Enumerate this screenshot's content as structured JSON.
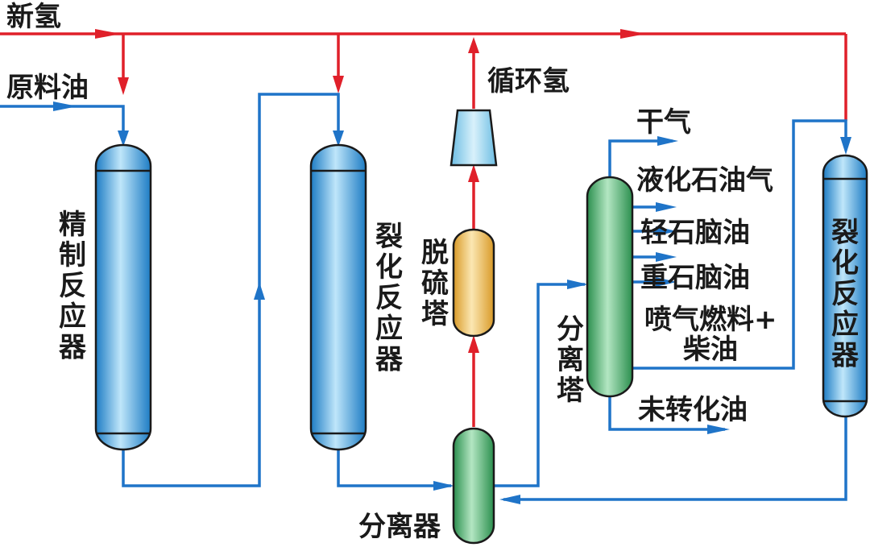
{
  "labels": {
    "fresh_hydrogen": "新氢",
    "feed_oil": "原料油",
    "recycle_hydrogen": "循环氢",
    "refining_reactor": "精制反应器",
    "cracking_reactor_1": "裂化反应器",
    "desulfurization_tower": "脱硫塔",
    "separator": "分离器",
    "fractionator": "分离塔",
    "cracking_reactor_2": "裂化反应器",
    "dry_gas": "干气",
    "lpg": "液化石油气",
    "light_naphtha": "轻石脑油",
    "heavy_naphtha": "重石脑油",
    "jet_fuel_line1": "喷气燃料+",
    "jet_fuel_line2": "柴油",
    "unconverted_oil": "未转化油"
  },
  "colors": {
    "hydrogen_line": "#e0202a",
    "oil_line": "#1f74c8",
    "reactor_fill": "#4aa8e0",
    "desulfurizer_fill": "#e9b84a",
    "green_vessel_fill": "#3fae64",
    "compressor_fill": "#8fd0ee"
  },
  "icons": {
    "compressor": "compressor-icon"
  }
}
